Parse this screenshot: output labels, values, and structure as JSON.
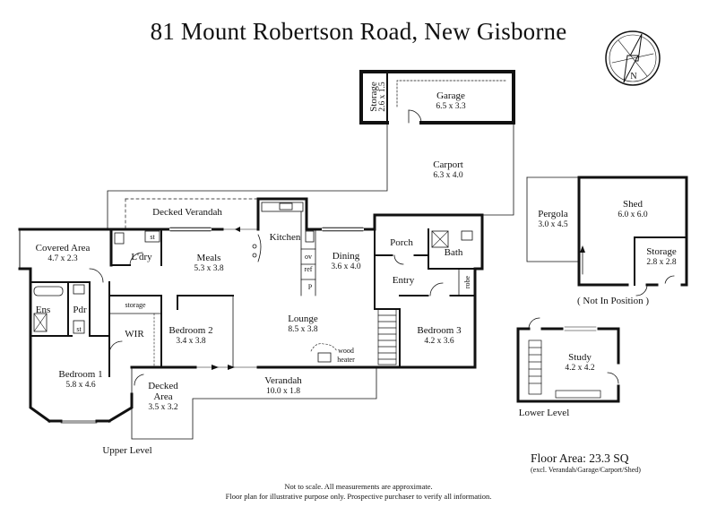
{
  "title": "81 Mount Robertson Road, New Gisborne",
  "compass_letter": "N",
  "rooms": {
    "garage": {
      "name": "Garage",
      "dim": "6.5 x 3.3"
    },
    "storage_top": {
      "name": "Storage",
      "dim": "2.6 x 1.5"
    },
    "carport": {
      "name": "Carport",
      "dim": "6.3 x 4.0"
    },
    "decked_verandah": {
      "name": "Decked Verandah"
    },
    "covered_area": {
      "name": "Covered Area",
      "dim": "4.7 x 2.3"
    },
    "laundry": {
      "name": "L'dry"
    },
    "meals": {
      "name": "Meals",
      "dim": "5.3 x 3.8"
    },
    "kitchen": {
      "name": "Kitchen"
    },
    "dining": {
      "name": "Dining",
      "dim": "3.6 x 4.0"
    },
    "porch": {
      "name": "Porch"
    },
    "bath": {
      "name": "Bath"
    },
    "entry": {
      "name": "Entry"
    },
    "ens": {
      "name": "Ens"
    },
    "pdr": {
      "name": "Pdr"
    },
    "wir": {
      "name": "WIR"
    },
    "bedroom1": {
      "name": "Bedroom 1",
      "dim": "5.8 x 4.6"
    },
    "bedroom2": {
      "name": "Bedroom 2",
      "dim": "3.4 x 3.8"
    },
    "lounge": {
      "name": "Lounge",
      "dim": "8.5 x 3.8"
    },
    "bedroom3": {
      "name": "Bedroom 3",
      "dim": "4.2 x 3.6"
    },
    "verandah": {
      "name": "Verandah",
      "dim": "10.0 x 1.8"
    },
    "decked_area": {
      "name": "Decked",
      "name2": "Area",
      "dim": "3.5 x 3.2"
    },
    "pergola": {
      "name": "Pergola",
      "dim": "3.0 x 4.5"
    },
    "shed": {
      "name": "Shed",
      "dim": "6.0 x 6.0"
    },
    "storage_shed": {
      "name": "Storage",
      "dim": "2.8 x 2.8"
    },
    "study": {
      "name": "Study",
      "dim": "4.2 x 4.2"
    }
  },
  "small_labels": {
    "st": "st",
    "ov": "ov",
    "ref": "ref",
    "p": "P",
    "storage": "storage",
    "robe": "robe",
    "wood": "wood",
    "heater": "heater"
  },
  "notes": {
    "not_in_position": "( Not In Position )",
    "upper_level": "Upper Level",
    "lower_level": "Lower Level"
  },
  "floor_area": {
    "main": "Floor Area: 23.3 SQ",
    "sub": "(excl. Verandah/Garage/Carport/Shed)"
  },
  "disclaimer": {
    "line1": "Not to scale. All measurements are approximate.",
    "line2": "Floor plan for illustrative purpose only. Prospective purchaser to verify all information."
  }
}
